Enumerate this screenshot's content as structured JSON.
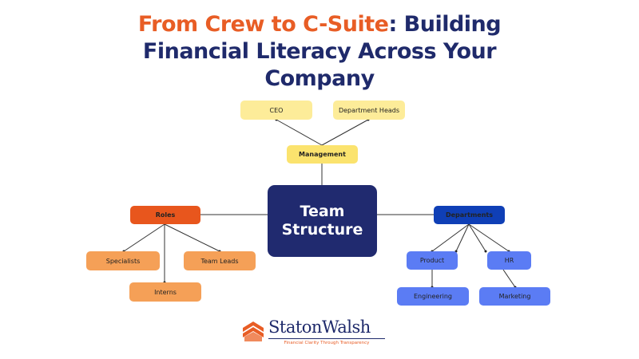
{
  "title": {
    "accent_text": "From Crew to C-Suite",
    "line1_rest": ": Building",
    "line2": "Financial Literacy Across Your",
    "line3": "Company"
  },
  "nodes": {
    "center": [
      "Team",
      "Structure"
    ],
    "management": "Management",
    "ceo": "CEO",
    "department_heads": "Department Heads",
    "roles": "Roles",
    "specialists": "Specialists",
    "team_leads": "Team Leads",
    "interns": "Interns",
    "departments": "Departments",
    "product": "Product",
    "hr": "HR",
    "engineering": "Engineering",
    "marketing": "Marketing"
  },
  "brand": {
    "name": "StatonWalsh",
    "tagline": "Financial Clarity Through Transparency",
    "icon": "house-chevron-icon"
  },
  "colors": {
    "navy": "#1f2a6b",
    "accent_orange": "#e85d25",
    "yellow_light": "#fdec99",
    "yellow_mid": "#fbe36e",
    "orange_dark": "#e8561d",
    "orange_light": "#f5a057",
    "blue_dark": "#0f3fb6",
    "blue_light": "#5b7cf4"
  }
}
